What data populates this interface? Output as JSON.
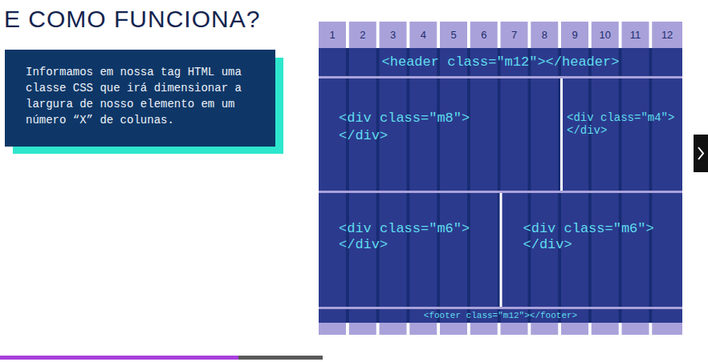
{
  "diagram": {
    "title": "E COMO FUNCIONA?",
    "nodes": [
      {
        "text": [
          "Informamos em nossa tag HTML uma classe CSS que irá dimensionar a largura de nosso elemento em um número “X” de colunas."
        ]
      },
      {
        "text": [
          "<header class=\"m12\"></header>"
        ]
      },
      {
        "text": [
          "<div class=\"m8\">",
          "</div>"
        ]
      },
      {
        "text": [
          "<div class=\"m4\">",
          "</div>"
        ]
      },
      {
        "text": [
          "<div class=\"m6\">",
          "</div>"
        ]
      },
      {
        "text": [
          "<div class=\"m6\">",
          "</div>"
        ]
      },
      {
        "text": [
          "<footer class=\"m12\"></footer>"
        ]
      }
    ],
    "labels": [
      "1",
      "2",
      "3",
      "4",
      "5",
      "6",
      "7",
      "8",
      "9",
      "10",
      "11",
      "12"
    ]
  }
}
